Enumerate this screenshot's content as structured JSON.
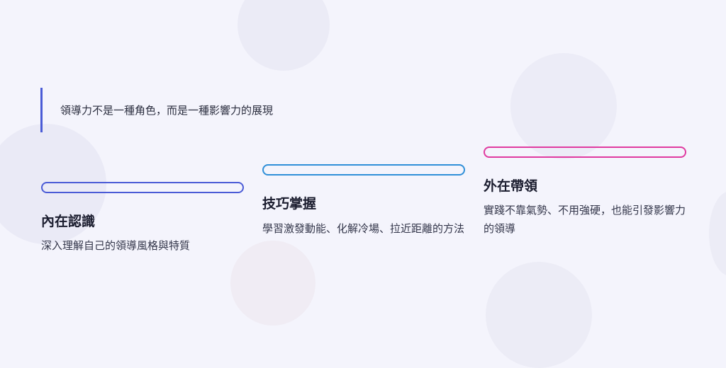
{
  "quote": {
    "text": "領導力不是一種角色，而是一種影響力的展現"
  },
  "cards": [
    {
      "title": "內在認識",
      "desc": "深入理解自己的領導風格與特質",
      "accent": "#4a5bd6"
    },
    {
      "title": "技巧掌握",
      "desc": "學習激發動能、化解冷場、拉近距離的方法",
      "accent": "#2f8fd8"
    },
    {
      "title": "外在帶領",
      "desc": "實踐不靠氣勢、不用強硬，也能引發影響力的領導",
      "accent": "#e03aa0"
    }
  ],
  "colors": {
    "background": "#f4f4fc",
    "quote_bar": "#4a5bd6"
  }
}
